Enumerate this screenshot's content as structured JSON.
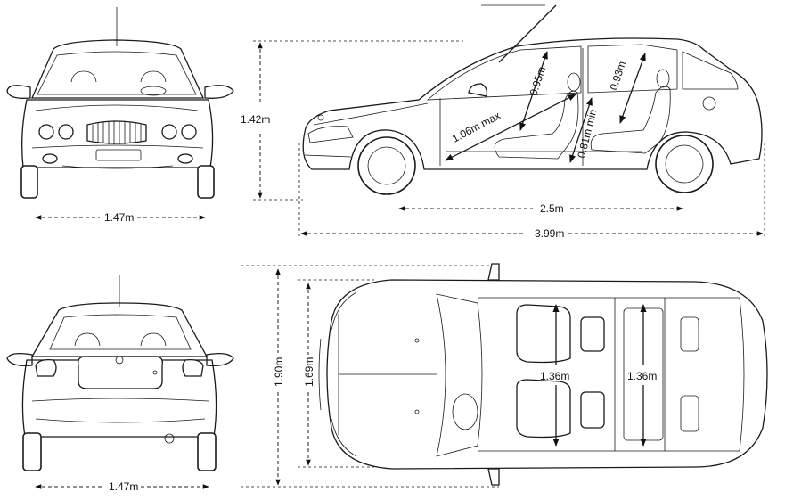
{
  "front_view": {
    "width_label": "1.47m"
  },
  "rear_view": {
    "width_label": "1.47m"
  },
  "side_view": {
    "height_label": "1.42m",
    "wheelbase_label": "2.5m",
    "length_label": "3.99m",
    "interior": {
      "front_headroom": "0.95m",
      "rear_headroom": "0.93m",
      "front_legroom": "1.06m max",
      "rear_legroom": "0.81m min"
    }
  },
  "top_view": {
    "overall_width_label": "1.90m",
    "body_width_label": "1.69m",
    "front_shoulder_label": "1.36m",
    "rear_shoulder_label": "1.36m"
  }
}
